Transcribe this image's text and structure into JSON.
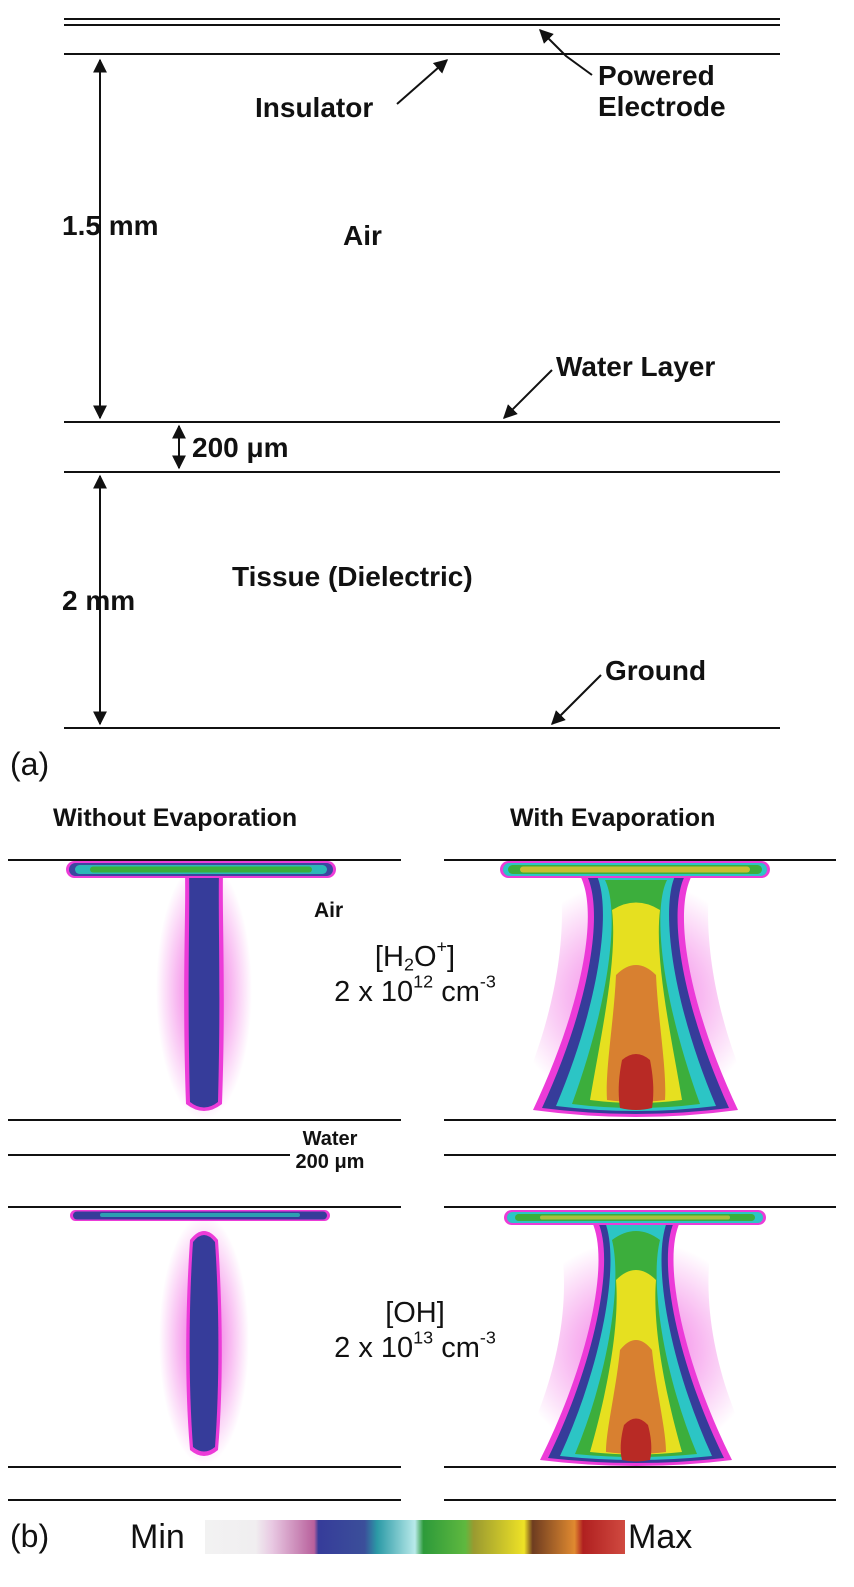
{
  "panel_a": {
    "tag": "(a)",
    "labels": {
      "powered_electrode": [
        "Powered",
        "Electrode"
      ],
      "insulator": "Insulator",
      "gap": "1.5 mm",
      "air": "Air",
      "water_layer": "Water Layer",
      "water_thickness": "200 μm",
      "tissue": "Tissue (Dielectric)",
      "tissue_thickness": "2 mm",
      "ground": "Ground"
    }
  },
  "panel_b": {
    "tag": "(b)",
    "columns": [
      "Without Evaporation",
      "With Evaporation"
    ],
    "air_label": "Air",
    "water_label": [
      "Water",
      "200 μm"
    ],
    "species": [
      {
        "name_main": "H",
        "name_sub": "2",
        "name_rest": "O",
        "name_sup": "+",
        "coef": "2 x 10",
        "exp": "12",
        "unit": " cm",
        "unit_exp": "-3"
      },
      {
        "name": "[OH]",
        "coef": "2 x 10",
        "exp": "13",
        "unit": " cm",
        "unit_exp": "-3"
      }
    ],
    "colorbar": {
      "min": "Min",
      "max": "Max",
      "colors": [
        "#f2f2f2",
        "#d9a3d0",
        "#363c9a",
        "#2cc5c5",
        "#3cae3c",
        "#e6e020",
        "#d88030",
        "#b82a25"
      ]
    }
  },
  "palette": {
    "magenta": "#ec3bd8",
    "blue": "#363c9a",
    "cyan": "#3ed8d8",
    "green": "#3cae3c",
    "yellow": "#e6e020",
    "orange": "#d88030",
    "red": "#b82a25"
  }
}
